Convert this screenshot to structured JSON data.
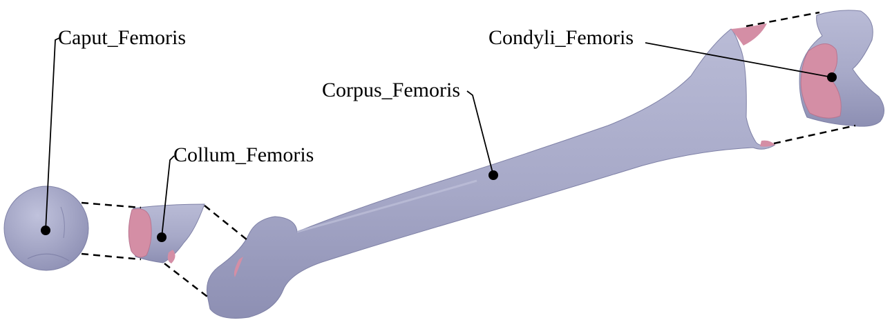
{
  "labels": {
    "caput": "Caput_Femoris",
    "collum": "Collum_Femoris",
    "corpus": "Corpus_Femoris",
    "condyli": "Condyli_Femoris"
  },
  "colors": {
    "bone": "#a7a9c8",
    "bone_shade": "#8d8fb3",
    "cut_surface": "#d48ea5",
    "leader": "#000000"
  }
}
